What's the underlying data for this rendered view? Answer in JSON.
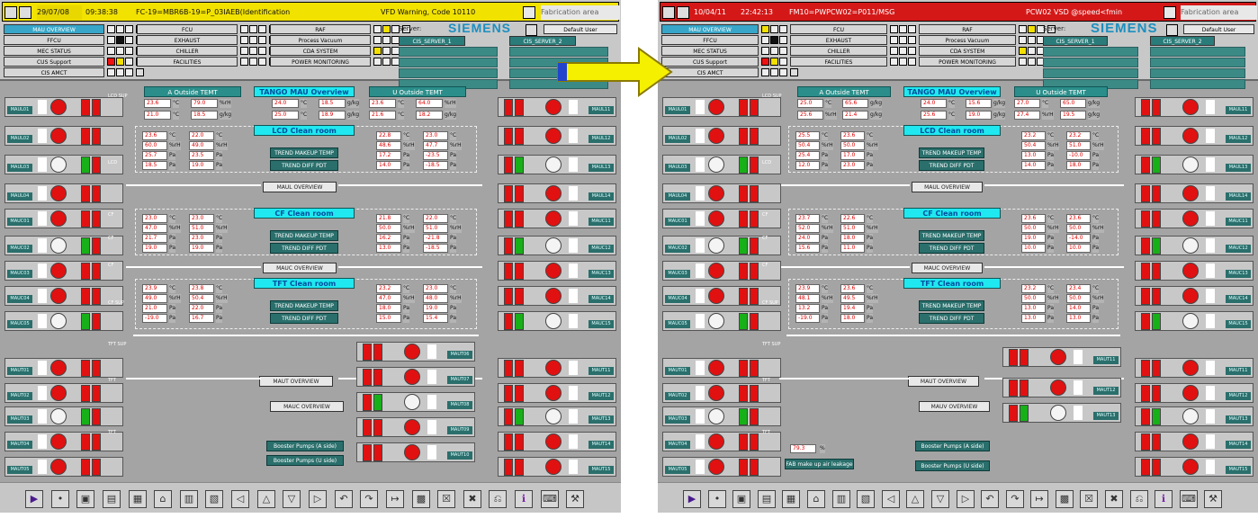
{
  "left": {
    "top_bar": {
      "date": "29/07/08",
      "time": "09:38:38",
      "message": "FC-19=MBR6B-19=P_03IAEB(Identification",
      "warning": "VFD Warning, Code 10110",
      "info": "Fabrication area",
      "user_label": "Default User"
    },
    "nav": [
      [
        "MAU OVERVIEW",
        "FCU",
        "RAF"
      ],
      [
        "FFCU",
        "EXHAUST",
        "Process Vacuum"
      ],
      [
        "MEC STATUS",
        "CHILLER",
        "CDA SYSTEM"
      ],
      [
        "CUS Support",
        "FACILITIES",
        "POWER MONITORING"
      ],
      [
        "CIS AMCT",
        "",
        ""
      ]
    ],
    "server_label": "Server:",
    "server_btn": "CIS_SERVER_1",
    "server_btn2": "CIS_SERVER_2",
    "brand": "SIEMENS",
    "titles": {
      "outside_a": "A Outside TEMT",
      "overview": "TANGO MAU Overview",
      "outside_u": "U Outside TEMT"
    },
    "zones": [
      {
        "name": "LCD Clean room",
        "trend1": "TREND MAKEUP TEMP",
        "trend2": "TREND DIFF PDT",
        "left": [
          [
            "23.6",
            "°C"
          ],
          [
            "60.0",
            "%rH"
          ],
          [
            "25.7",
            "Pa"
          ],
          [
            "18.5",
            "Pa"
          ]
        ],
        "left2": [
          [
            "22.0",
            "°C"
          ],
          [
            "49.0",
            "%rH"
          ],
          [
            "23.5",
            "Pa"
          ],
          [
            "19.0",
            "Pa"
          ]
        ],
        "right": [
          [
            "22.8",
            "°C"
          ],
          [
            "48.6",
            "%rH"
          ],
          [
            "17.2",
            "Pa"
          ],
          [
            "14.0",
            "Pa"
          ]
        ],
        "right2": [
          [
            "23.0",
            "°C"
          ],
          [
            "47.7",
            "%rH"
          ],
          [
            "-23.5",
            "Pa"
          ],
          [
            "-18.5",
            "Pa"
          ]
        ]
      },
      {
        "name": "CF Clean room",
        "trend1": "TREND MAKEUP TEMP",
        "trend2": "TREND DIFF PDT",
        "left": [
          [
            "23.0",
            "°C"
          ],
          [
            "47.0",
            "%rH"
          ],
          [
            "21.7",
            "Pa"
          ],
          [
            "19.0",
            "Pa"
          ]
        ],
        "left2": [
          [
            "23.0",
            "°C"
          ],
          [
            "51.0",
            "%rH"
          ],
          [
            "23.0",
            "Pa"
          ],
          [
            "19.0",
            "Pa"
          ]
        ],
        "right": [
          [
            "21.8",
            "°C"
          ],
          [
            "50.0",
            "%rH"
          ],
          [
            "16.2",
            "Pa"
          ],
          [
            "13.0",
            "Pa"
          ]
        ],
        "right2": [
          [
            "22.0",
            "°C"
          ],
          [
            "51.0",
            "%rH"
          ],
          [
            "-21.8",
            "Pa"
          ],
          [
            "-18.5",
            "Pa"
          ]
        ]
      },
      {
        "name": "TFT Clean room",
        "trend1": "TREND MAKEUP TEMP",
        "trend2": "TREND DIFF PDT",
        "left": [
          [
            "23.9",
            "°C"
          ],
          [
            "49.0",
            "%rH"
          ],
          [
            "21.0",
            "Pa"
          ],
          [
            "-19.0",
            "Pa"
          ]
        ],
        "left2": [
          [
            "23.8",
            "°C"
          ],
          [
            "50.4",
            "%rH"
          ],
          [
            "22.0",
            "Pa"
          ],
          [
            "16.7",
            "Pa"
          ]
        ],
        "right": [
          [
            "23.2",
            "°C"
          ],
          [
            "47.0",
            "%rH"
          ],
          [
            "18.0",
            "Pa"
          ],
          [
            "15.0",
            "Pa"
          ]
        ],
        "right2": [
          [
            "23.0",
            "°C"
          ],
          [
            "48.0",
            "%rH"
          ],
          [
            "19.0",
            "Pa"
          ],
          [
            "15.4",
            "Pa"
          ]
        ]
      }
    ],
    "outside": {
      "a": [
        [
          "23.6",
          "°C"
        ],
        [
          "79.0",
          "%rH"
        ],
        [
          "21.0",
          "°C"
        ],
        [
          "18.5",
          "g/kg"
        ]
      ],
      "mid": [
        [
          "24.0",
          "°C"
        ],
        [
          "18.5",
          "g/kg"
        ],
        [
          "25.0",
          "°C"
        ],
        [
          "18.9",
          "g/kg"
        ]
      ],
      "u": [
        [
          "23.6",
          "°C"
        ],
        [
          "64.0",
          "%rH"
        ],
        [
          "21.6",
          "°C"
        ],
        [
          "18.2",
          "g/kg"
        ]
      ]
    },
    "overview_btns": [
      "MAUL OVERVIEW",
      "MAUC OVERVIEW",
      "MAUT OVERVIEW",
      "MAUC OVERVIEW"
    ],
    "booster": [
      "Booster Pumps (A side)",
      "Booster Pumps (U side)"
    ],
    "units_left": [
      "MAUL01",
      "MAUL02",
      "MAUL03",
      "MAUL04",
      "MAUC01",
      "MAUC02",
      "MAUC03",
      "MAUC04",
      "MAUC05",
      "MAUT01",
      "MAUT02",
      "MAUT03",
      "MAUT04",
      "MAUT05"
    ],
    "units_right": [
      "MAUL11",
      "MAUL12",
      "MAUL13",
      "MAUL14",
      "MAUC11",
      "MAUC12",
      "MAUC13",
      "MAUC14",
      "MAUC15",
      "MAUT11",
      "MAUT12",
      "MAUT13",
      "MAUT14",
      "MAUT15"
    ],
    "units_mid": [
      "MAUT06",
      "MAUT07",
      "MAUT08",
      "MAUT09",
      "MAUT10"
    ],
    "tags": {
      "lcd_sup": "LCD SUP",
      "lcd": "LCD",
      "cf": "CF",
      "cf_sup": "CF SUP",
      "tft": "TFT",
      "tft_sup": "TFT SUP"
    }
  },
  "right": {
    "top_bar": {
      "date": "10/04/11",
      "time": "22:42:13",
      "message": "FM10=PWPCW02=P011/MSG",
      "warning": "PCW02 VSD @speed<fmin",
      "info": "Fabrication area",
      "user_label": "Default User"
    },
    "nav": [
      [
        "MAU OVERVIEW",
        "FCU",
        "RAF"
      ],
      [
        "FFCU",
        "EXHAUST",
        "Process Vacuum"
      ],
      [
        "MEC STATUS",
        "CHILLER",
        "CDA SYSTEM"
      ],
      [
        "CUS Support",
        "FACILITIES",
        "POWER MONITORING"
      ],
      [
        "CIS AMCT",
        "",
        ""
      ]
    ],
    "server_label": "Server:",
    "server_btn": "CIS_SERVER_1",
    "server_btn2": "CIS_SERVER_2",
    "brand": "SIEMENS",
    "titles": {
      "outside_a": "A Outside TEMT",
      "overview": "TANGO MAU Overview",
      "outside_u": "U Outside TEMT"
    },
    "zones": [
      {
        "name": "LCD Clean room",
        "trend1": "TREND MAKEUP TEMP",
        "trend2": "TREND DIFF PDT",
        "left": [
          [
            "25.5",
            "°C"
          ],
          [
            "50.4",
            "%rH"
          ],
          [
            "25.4",
            "Pa"
          ],
          [
            "12.0",
            "Pa"
          ]
        ],
        "left2": [
          [
            "23.6",
            "°C"
          ],
          [
            "50.0",
            "%rH"
          ],
          [
            "17.0",
            "Pa"
          ],
          [
            "23.0",
            "Pa"
          ]
        ],
        "right": [
          [
            "23.2",
            "°C"
          ],
          [
            "50.4",
            "%rH"
          ],
          [
            "13.0",
            "Pa"
          ],
          [
            "14.0",
            "Pa"
          ]
        ],
        "right2": [
          [
            "23.2",
            "°C"
          ],
          [
            "51.0",
            "%rH"
          ],
          [
            "-10.0",
            "Pa"
          ],
          [
            "18.0",
            "Pa"
          ]
        ]
      },
      {
        "name": "CF Clean room",
        "trend1": "TREND MAKEUP TEMP",
        "trend2": "TREND DIFF PDT",
        "left": [
          [
            "23.7",
            "°C"
          ],
          [
            "52.0",
            "%rH"
          ],
          [
            "24.0",
            "Pa"
          ],
          [
            "15.6",
            "Pa"
          ]
        ],
        "left2": [
          [
            "22.6",
            "°C"
          ],
          [
            "51.0",
            "%rH"
          ],
          [
            "18.0",
            "Pa"
          ],
          [
            "11.0",
            "Pa"
          ]
        ],
        "right": [
          [
            "23.6",
            "°C"
          ],
          [
            "50.0",
            "%rH"
          ],
          [
            "19.0",
            "Pa"
          ],
          [
            "10.0",
            "Pa"
          ]
        ],
        "right2": [
          [
            "23.6",
            "°C"
          ],
          [
            "50.0",
            "%rH"
          ],
          [
            "-14.0",
            "Pa"
          ],
          [
            "10.0",
            "Pa"
          ]
        ]
      },
      {
        "name": "TFT Clean room",
        "trend1": "TREND MAKEUP TEMP",
        "trend2": "TREND DIFF PDT",
        "left": [
          [
            "23.9",
            "°C"
          ],
          [
            "48.1",
            "%rH"
          ],
          [
            "13.2",
            "Pa"
          ],
          [
            "-19.0",
            "Pa"
          ]
        ],
        "left2": [
          [
            "23.6",
            "°C"
          ],
          [
            "49.5",
            "%rH"
          ],
          [
            "19.4",
            "Pa"
          ],
          [
            "18.0",
            "Pa"
          ]
        ],
        "right": [
          [
            "23.2",
            "°C"
          ],
          [
            "50.0",
            "%rH"
          ],
          [
            "13.0",
            "Pa"
          ],
          [
            "13.0",
            "Pa"
          ]
        ],
        "right2": [
          [
            "23.4",
            "°C"
          ],
          [
            "50.0",
            "%rH"
          ],
          [
            "14.0",
            "Pa"
          ],
          [
            "13.0",
            "Pa"
          ]
        ]
      }
    ],
    "outside": {
      "a": [
        [
          "25.0",
          "°C"
        ],
        [
          "65.6",
          "g/kg"
        ],
        [
          "25.6",
          "%rH"
        ],
        [
          "21.4",
          "g/kg"
        ]
      ],
      "mid": [
        [
          "24.0",
          "°C"
        ],
        [
          "15.6",
          "g/kg"
        ],
        [
          "25.6",
          "°C"
        ],
        [
          "19.0",
          "g/kg"
        ]
      ],
      "u": [
        [
          "27.0",
          "°C"
        ],
        [
          "65.0",
          "g/kg"
        ],
        [
          "27.4",
          "%rH"
        ],
        [
          "19.5",
          "g/kg"
        ]
      ]
    },
    "overview_btns": [
      "MAUL OVERVIEW",
      "MAUC OVERVIEW",
      "MAUT OVERVIEW",
      "MAUV OVERVIEW"
    ],
    "booster": [
      "Booster Pumps (A side)",
      "Booster Pumps (U side)"
    ],
    "fab_water": {
      "value": "79.3",
      "unit": "%",
      "label": "FAB make up air leakage"
    },
    "units_left": [
      "MAUL01",
      "MAUL02",
      "MAUL03",
      "MAUL04",
      "MAUC01",
      "MAUC02",
      "MAUC03",
      "MAUC04",
      "MAUC05",
      "MAUT01",
      "MAUT02",
      "MAUT03",
      "MAUT04",
      "MAUT05"
    ],
    "units_right": [
      "MAUL11",
      "MAUL12",
      "MAUL13",
      "MAUL14",
      "MAUC11",
      "MAUC12",
      "MAUC13",
      "MAUC14",
      "MAUC15",
      "MAUT11",
      "MAUT12",
      "MAUT13",
      "MAUT14",
      "MAUT15"
    ],
    "units_mid": [
      "MAUT11",
      "MAUT12",
      "MAUT13"
    ],
    "tags": {
      "lcd_sup": "LCD SUP",
      "lcd": "LCD",
      "cf": "CF",
      "cf_sup": "CF SUP",
      "tft": "TFT",
      "tft_sup": "TFT SUP"
    }
  },
  "toolbar_icons": [
    "play-icon",
    "plug-icon",
    "folder-icon",
    "print-icon",
    "chart-icon",
    "home-icon",
    "table-icon",
    "report-icon",
    "left-icon",
    "up-icon",
    "down-icon",
    "right-icon",
    "back-icon",
    "forward-icon",
    "exit-icon",
    "graph-icon",
    "alarm-icon",
    "delete-icon",
    "history-icon",
    "info-icon",
    "keyboard-icon",
    "tool-icon"
  ],
  "colors": {
    "red": "#e11111",
    "green": "#18b018",
    "teal": "#2a6f6c",
    "cyan": "#20e8f0",
    "yellow": "#f3e000"
  }
}
